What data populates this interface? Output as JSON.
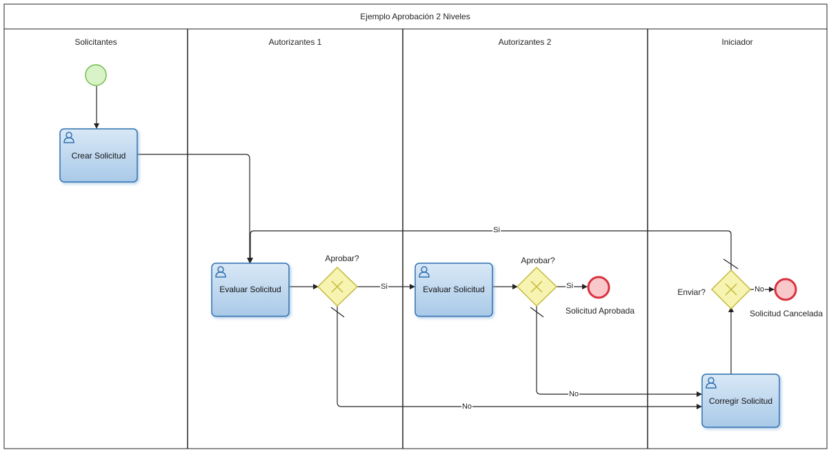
{
  "pool": {
    "title": "Ejemplo Aprobación 2 Niveles"
  },
  "lanes": [
    {
      "label": "Solicitantes"
    },
    {
      "label": "Autorizantes 1"
    },
    {
      "label": "Autorizantes 2"
    },
    {
      "label": "Iniciador"
    }
  ],
  "tasks": {
    "crear": "Crear Solicitud",
    "evaluar1": "Evaluar Solicitud",
    "evaluar2": "Evaluar Solicitud",
    "corregir": "Corregir Solicitud"
  },
  "gateways": {
    "aprobar1": "Aprobar?",
    "aprobar2": "Aprobar?",
    "enviar": "Enviar?"
  },
  "events": {
    "end_aprobada": "Solicitud Aprobada",
    "end_cancelada": "Solicitud Cancelada"
  },
  "flows": {
    "si_gw1": "Si",
    "si_gw2": "Si",
    "no_gw3": "No",
    "si_gw3": "Si",
    "no_gw1": "No",
    "no_gw2": "No"
  },
  "colors": {
    "task_fill_top": "#d8e8f6",
    "task_fill_bottom": "#a9c9e8",
    "task_stroke": "#2f6fb0",
    "gateway_fill": "#f7f3b0",
    "gateway_stroke": "#c2b93a",
    "start_fill": "#d9f2c8",
    "start_stroke": "#6cbf4a",
    "end_fill": "#f8c8cb",
    "end_stroke": "#d9303c",
    "user_icon": "#2f6fb0"
  }
}
